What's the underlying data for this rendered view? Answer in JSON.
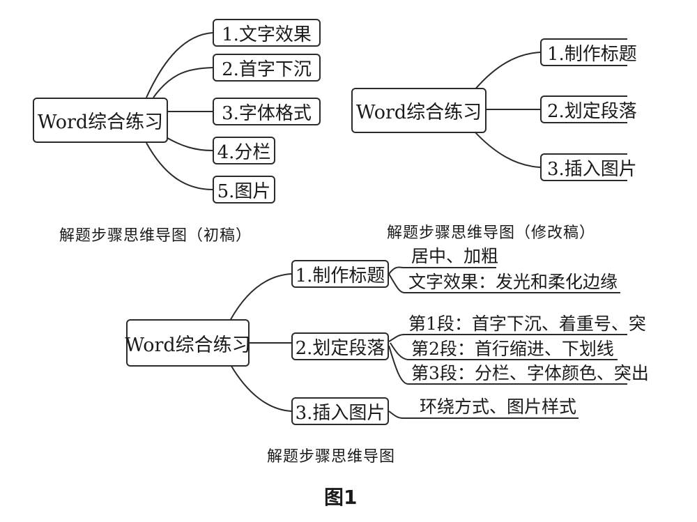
{
  "diagrams": {
    "draft": {
      "root": "Word综合练习",
      "branches": [
        "1.文字效果",
        "2.首字下沉",
        "3.字体格式",
        "4.分栏",
        "5.图片"
      ],
      "caption": "解题步骤思维导图（初稿）"
    },
    "revised": {
      "root": "Word综合练习",
      "branches": [
        "1.制作标题",
        "2.划定段落",
        "3.插入图片"
      ],
      "caption": "解题步骤思维导图（修改稿）"
    },
    "final": {
      "root": "Word综合练习",
      "branches": [
        {
          "label": "1.制作标题",
          "details": [
            "居中、加粗",
            "文字效果：发光和柔化边缘"
          ]
        },
        {
          "label": "2.划定段落",
          "details": [
            "第1段：首字下沉、着重号、突",
            "第2段：首行缩进、下划线",
            "第3段：分栏、字体颜色、突出"
          ]
        },
        {
          "label": "3.插入图片",
          "details": [
            "环绕方式、图片样式"
          ]
        }
      ],
      "caption": "解题步骤思维导图"
    }
  },
  "figure_label": "图1"
}
